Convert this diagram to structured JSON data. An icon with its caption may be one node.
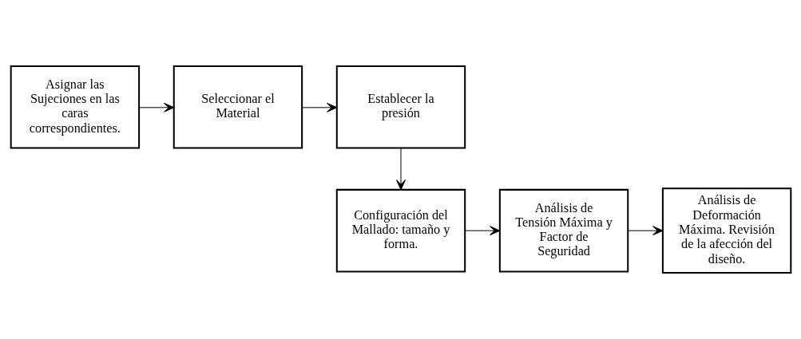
{
  "diagram": {
    "nodes": [
      {
        "text": [
          "Asignar las Sujeciones en las caras correspondientes."
        ]
      },
      {
        "text": [
          "Seleccionar el Material"
        ]
      },
      {
        "text": [
          "Establecer la presión"
        ]
      },
      {
        "text": [
          "Configuración del Mallado: tamaño y forma."
        ]
      },
      {
        "text": [
          "Análisis de Tensión Máxima y Factor de Seguridad"
        ]
      },
      {
        "text": [
          "Análisis de Deformación Máxima. Revisión de la afección del diseño."
        ]
      }
    ],
    "edges": [
      {
        "from": 0,
        "to": 1,
        "arrow": "to"
      },
      {
        "from": 1,
        "to": 2,
        "arrow": "to"
      },
      {
        "from": 2,
        "to": 3,
        "arrow": "to"
      },
      {
        "from": 3,
        "to": 4,
        "arrow": "to"
      },
      {
        "from": 4,
        "to": 5,
        "arrow": "to"
      }
    ]
  }
}
